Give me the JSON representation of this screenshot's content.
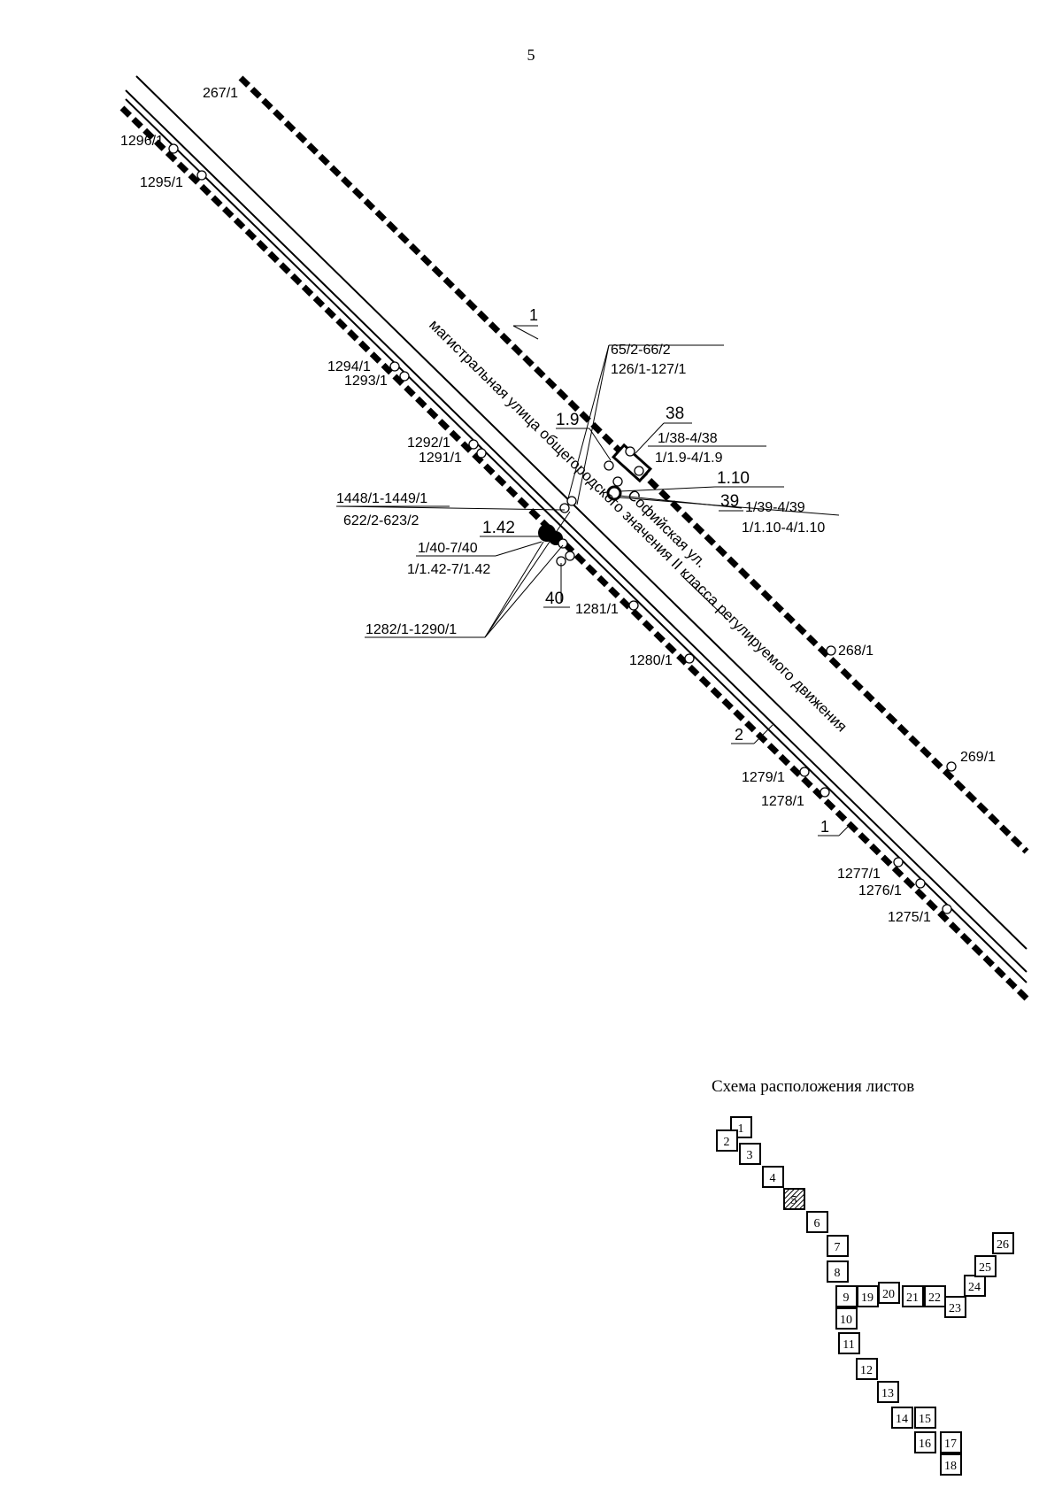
{
  "page": {
    "number": "5"
  },
  "map": {
    "markers": [
      {
        "label": "267/1"
      },
      {
        "label": "1296/1"
      },
      {
        "label": "1295/1"
      },
      {
        "label": "1294/1"
      },
      {
        "label": "1293/1"
      },
      {
        "label": "1292/1"
      },
      {
        "label": "1291/1"
      },
      {
        "label": "1281/1"
      },
      {
        "label": "1280/1"
      },
      {
        "label": "1279/1"
      },
      {
        "label": "1278/1"
      },
      {
        "label": "1277/1"
      },
      {
        "label": "1276/1"
      },
      {
        "label": "1275/1"
      },
      {
        "label": "268/1"
      },
      {
        "label": "269/1"
      }
    ],
    "callouts": {
      "line_1_top": "1",
      "line_1_bottom": "1",
      "line_2": "2",
      "ref_65": "65/2-66/2",
      "ref_126": "126/1-127/1",
      "obj_38": "38",
      "obj_1_9": "1.9",
      "ref_1_38": "1/38-4/38",
      "ref_1_1_9": "1/1.9-4/1.9",
      "obj_1_10": "1.10",
      "obj_39": "39",
      "ref_1_39": "1/39-4/39",
      "ref_1_1_10": "1/1.10-4/1.10",
      "ref_1448": "1448/1-1449/1",
      "ref_622": "622/2-623/2",
      "obj_1_42": "1.42",
      "ref_1_40": "1/40-7/40",
      "ref_1_1_42": "1/1.42-7/1.42",
      "obj_40": "40",
      "ref_1282": "1282/1-1290/1"
    },
    "streets": {
      "sofiyskaya": "Софийская ул.",
      "main_street": "магистральная улица общегородского значения II класса регулируемого движения"
    }
  },
  "sheet_layout": {
    "title": "Схема расположения листов",
    "current_sheet": "5",
    "sheets": [
      "1",
      "2",
      "3",
      "4",
      "5",
      "6",
      "7",
      "8",
      "9",
      "10",
      "11",
      "12",
      "13",
      "14",
      "15",
      "16",
      "17",
      "18",
      "19",
      "20",
      "21",
      "22",
      "23",
      "24",
      "25",
      "26"
    ]
  }
}
